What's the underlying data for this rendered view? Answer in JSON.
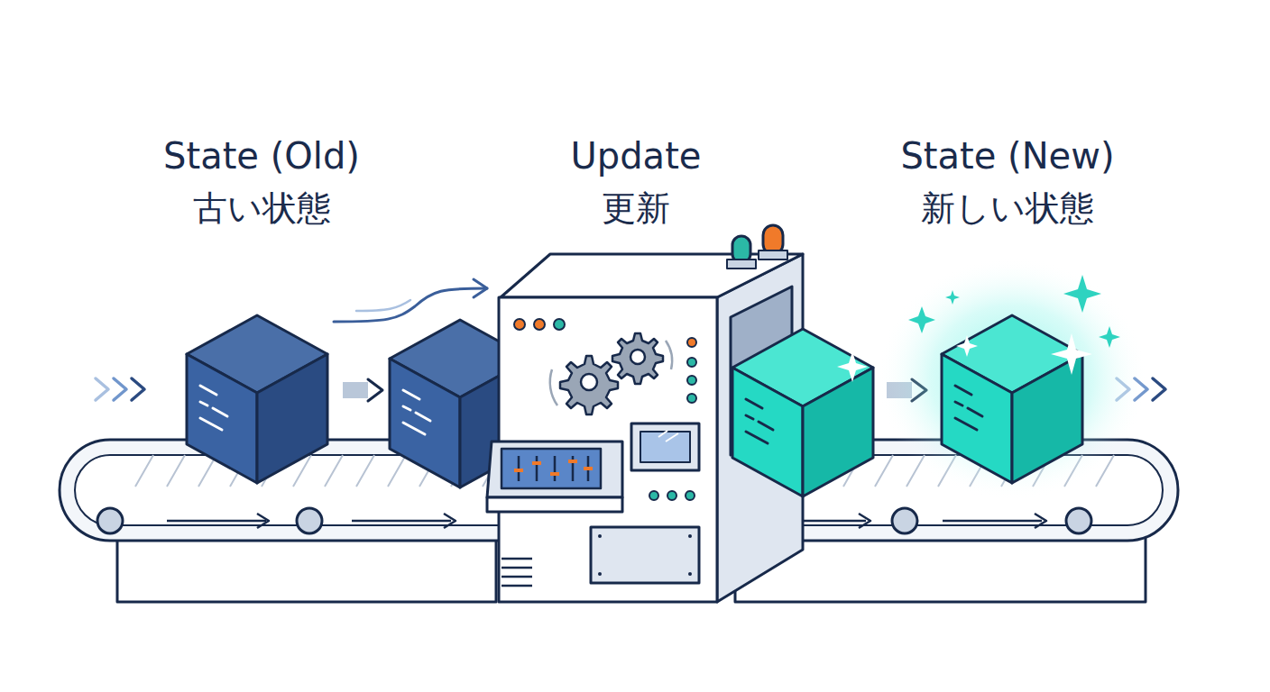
{
  "diagram": {
    "labels": [
      "State (Old)",
      "古い状態",
      "Update",
      "更新",
      "State (New)",
      "新しい状態"
    ]
  }
}
